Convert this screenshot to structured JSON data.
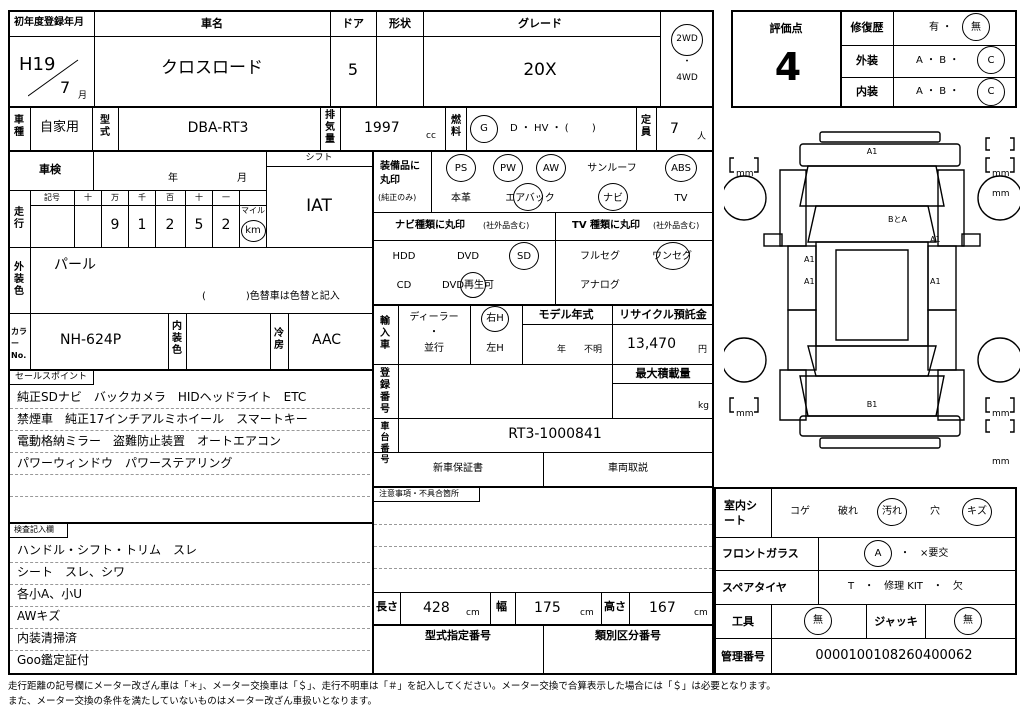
{
  "header": {
    "reg_year_label": "初年度登録年月",
    "reg_era_year": "H19",
    "reg_month": "7",
    "month_unit": "月",
    "name_label": "車名",
    "name_value": "クロスロード",
    "doors_label": "ドア",
    "doors_value": "5",
    "shape_label": "形状",
    "grade_label": "グレード",
    "grade_value": "20X",
    "drive_2wd": "2WD",
    "drive_dot": "・",
    "drive_4wd": "4WD"
  },
  "rating": {
    "score_label": "評価点",
    "score_value": "4",
    "repair_label": "修復歴",
    "repair_opts": "有 ・",
    "repair_selected": "無",
    "exterior_label": "外装",
    "exterior_opts": "A ・ B ・",
    "exterior_selected": "C",
    "interior_label": "内装",
    "interior_opts": "A ・ B ・",
    "interior_selected": "C"
  },
  "row2": {
    "usage_label": "車種",
    "usage_value": "自家用",
    "model_label": "型式",
    "model_value": "DBA-RT3",
    "displacement_label": "排気量",
    "displacement_value": "1997",
    "cc": "cc",
    "fuel_label": "燃料",
    "fuel_selected": "G",
    "fuel_opts": "D ・ HV ・ (　　 )",
    "capacity_label": "定員",
    "capacity_value": "7",
    "capacity_unit": "人"
  },
  "inspection": {
    "shaken_label": "車検",
    "year_unit": "年",
    "month_unit": "月",
    "shift_label": "シフト",
    "shift_value": "IAT",
    "mileage_label": "走行",
    "kigou": "記号",
    "digit_headers": [
      "十",
      "万",
      "千",
      "百",
      "十",
      "一"
    ],
    "digits": [
      "",
      "9",
      "1",
      "2",
      "5",
      "2"
    ],
    "mile_label": "マイル",
    "km_label": "km"
  },
  "color": {
    "exterior_label": "外装色",
    "exterior_value": "パール",
    "color_change_note": "(　　　　)色替車は色替と記入",
    "code_label": "カラーNo.",
    "code_value": "NH-624P",
    "interior_label": "内装色",
    "cooling_label": "冷房",
    "cooling_value": "AAC"
  },
  "equipment": {
    "label": "装備品に丸印",
    "label_sub": "(純正のみ)",
    "row1": [
      "PS",
      "PW",
      "AW",
      "サンルーフ",
      "ABS"
    ],
    "row2": [
      "本革",
      "エアバック",
      "ナビ",
      "TV"
    ]
  },
  "navi": {
    "navi_label": "ナビ種類に丸印",
    "navi_sub": "(社外品含む)",
    "navi_opts": [
      "HDD",
      "DVD",
      "SD",
      "CD",
      "DVD再生可"
    ],
    "tv_label": "TV 種類に丸印",
    "tv_sub": "(社外品含む)",
    "tv_opts": [
      "フルセグ",
      "ワンセグ",
      "アナログ"
    ]
  },
  "import": {
    "label": "輸入車",
    "dealer": "ディーラー",
    "dot": "・",
    "parallel": "並行",
    "right_h": "右H",
    "left_h": "左H",
    "model_year_label": "モデル年式",
    "year_unit": "年",
    "unknown": "不明",
    "recycle_label": "リサイクル預託金",
    "recycle_value": "13,470",
    "yen": "円"
  },
  "registration": {
    "reg_no_label": "登録番号",
    "max_load_label": "最大積載量",
    "kg": "kg",
    "chassis_label": "車台番号",
    "chassis_value": "RT3-1000841",
    "warranty_label": "新車保証書",
    "manual_label": "車両取説",
    "notes_label": "注意事項・不具合箇所"
  },
  "dimensions": {
    "length_label": "長さ",
    "length_value": "428",
    "width_label": "幅",
    "width_value": "175",
    "height_label": "高さ",
    "height_value": "167",
    "unit": "cm",
    "type_designation_label": "型式指定番号",
    "class_number_label": "類別区分番号"
  },
  "sales": {
    "label": "セールスポイント",
    "lines": [
      "純正SDナビ　バックカメラ　HIDヘッドライト　ETC",
      "禁煙車　純正17インチアルミホイール　スマートキー",
      "電動格納ミラー　盗難防止装置　オートエアコン",
      "パワーウィンドウ　パワーステアリング"
    ]
  },
  "inspection_notes": {
    "label": "検査記入欄",
    "lines": [
      "ハンドル・シフト・トリム　スレ",
      "シート　スレ、シワ",
      "各小A、小U",
      "AWキズ",
      "内装清掃済",
      "Goo鑑定証付"
    ]
  },
  "condition": {
    "seat_label": "室内シート",
    "seat_opts": [
      "コゲ",
      "破れ",
      "汚れ",
      "穴",
      "キズ"
    ],
    "glass_label": "フロントガラス",
    "glass_selected": "A",
    "glass_opts": "・　×要交",
    "spare_label": "スペアタイヤ",
    "spare_opts": "T　・　修理 KIT　・　欠",
    "tools_label": "工具",
    "tools_value": "無",
    "jack_label": "ジャッキ",
    "jack_value": "無",
    "mgmt_label": "管理番号",
    "mgmt_value": "0000100108260400062"
  },
  "diagram": {
    "tire_mm": "mm",
    "marks": [
      "A1",
      "BとA",
      "A1",
      "A1",
      "A1",
      "A1",
      "B1"
    ]
  },
  "footer": {
    "line1": "走行距離の記号欄にメーター改ざん車は「＊」、メーター交換車は「＄」、走行不明車は「＃」を記入してください。メーター交換で合算表示した場合には「＄」は必要となります。",
    "line2": "また、メーター交換の条件を満たしていないものはメーター改ざん車扱いとなります。"
  }
}
